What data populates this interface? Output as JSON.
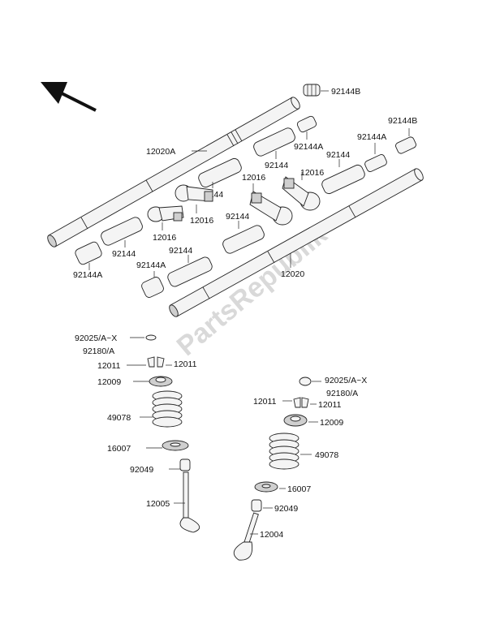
{
  "watermark": "PartsRepublik",
  "labels": {
    "shaft_intake": "12020A",
    "shaft_exhaust": "12020",
    "spring_b_top": "92144B",
    "spring_b_right": "92144B",
    "spring_a_mid": "92144A",
    "spring_a_right": "92144A",
    "spring_a_left_low": "92144A",
    "spring_a_bottom": "92144A",
    "spring_1": "92144",
    "spring_2": "92144",
    "spring_3": "92144",
    "spring_4": "92144",
    "spring_5": "92144",
    "spring_6": "92144",
    "rocker_1": "12016",
    "rocker_2": "12016",
    "rocker_3": "12016",
    "rocker_4": "12016",
    "shim_left": "92025/A~X",
    "shim_right": "92025/A~X",
    "bucket_left": "92180/A",
    "bucket_right": "92180/A",
    "cotter_left_a": "12011",
    "cotter_left_b": "12011",
    "cotter_right_a": "12011",
    "cotter_right_b": "12011",
    "retainer_left": "12009",
    "retainer_right": "12009",
    "vspring_left": "49078",
    "vspring_right": "49078",
    "seat_left": "16007",
    "seat_right": "16007",
    "seal_left": "92049",
    "seal_right": "92049",
    "valve_intake": "12005",
    "valve_exhaust": "12004"
  }
}
